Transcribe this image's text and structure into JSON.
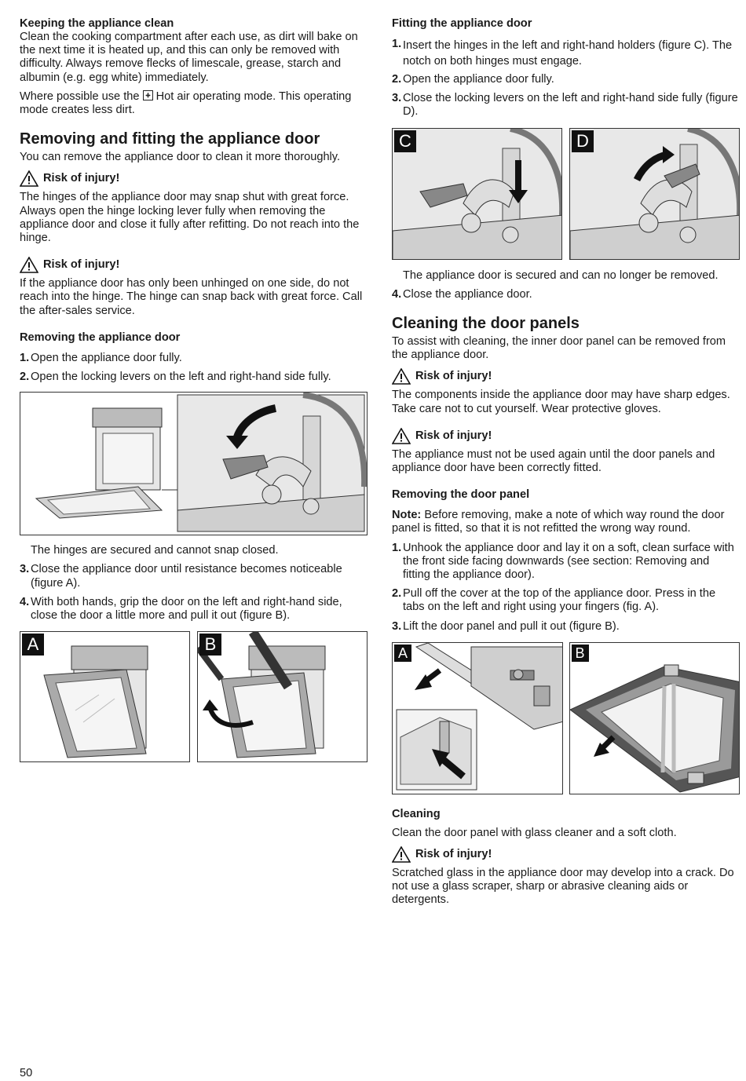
{
  "left": {
    "clean_title": "Keeping the appliance clean",
    "clean_p1": "Clean the cooking compartment after each use, as dirt will bake on the next time it is heated up, and this can only be removed with difficulty. Always remove flecks of limescale, grease, starch and albumin (e.g. egg white) immediately.",
    "clean_p2_a": "Where possible use the",
    "clean_p2_b": "Hot air operating mode. This operating mode creates less dirt.",
    "section_title": "Removing and fitting the appliance door",
    "section_intro": "You can remove the appliance door to clean it more thoroughly.",
    "warn1_title": "Risk of injury!",
    "warn1_text": "The hinges of the appliance door may snap shut with great force. Always open the hinge locking lever fully when removing the appliance door and close it fully after refitting. Do not reach into the hinge.",
    "warn2_title": "Risk of injury!",
    "warn2_text": "If the appliance door has only been unhinged on one side, do not reach into the hinge. The hinge can snap back with great force. Call the after-sales service.",
    "removing_title": "Removing the appliance door",
    "steps": [
      {
        "num": "1.",
        "text": "Open the appliance door fully."
      },
      {
        "num": "2.",
        "text": "Open the locking levers on the left and right-hand side fully."
      }
    ],
    "hinges_secured": "The hinges are secured and cannot snap closed.",
    "steps2": [
      {
        "num": "3.",
        "text": "Close the appliance door until resistance becomes noticeable (figure A)."
      },
      {
        "num": "4.",
        "text": "With both hands, grip the door on the left and right-hand side, close the door a little more and pull it out (figure B)."
      }
    ],
    "fig_a": "A",
    "fig_b": "B"
  },
  "right": {
    "fitting_title": "Fitting the appliance door",
    "steps": [
      {
        "num": "1.",
        "text": "Insert the hinges in the left and right-hand holders (figure C). The notch on both hinges must engage."
      },
      {
        "num": "2.",
        "text": "Open the appliance door fully."
      },
      {
        "num": "3.",
        "text": "Close the locking levers on the left and right-hand side fully (figure D)."
      }
    ],
    "fig_c": "C",
    "fig_d": "D",
    "door_secured": "The appliance door is secured and can no longer be removed.",
    "step4": {
      "num": "4.",
      "text": "Close the appliance door."
    },
    "panels_title": "Cleaning the door panels",
    "panels_intro": "To assist with cleaning, the inner door panel can be removed from the appliance door.",
    "warn1_title": "Risk of injury!",
    "warn1_text": "The components inside the appliance door may have sharp edges. Take care not to cut yourself. Wear protective gloves.",
    "warn2_title": "Risk of injury!",
    "warn2_text": "The appliance must not be used again until the door panels and appliance door have been correctly fitted.",
    "removing_panel_title": "Removing the door panel",
    "note_label": "Note:",
    "note_text": "Before removing, make a note of which way round the door panel is fitted, so that it is not refitted the wrong way round.",
    "panel_steps": [
      {
        "num": "1.",
        "text": "Unhook the appliance door and lay it on a soft, clean surface with the front side facing downwards (see section: Removing and fitting the appliance door)."
      },
      {
        "num": "2.",
        "text": "Pull off the cover at the top of the appliance door. Press in the tabs on the left and right using your fingers (fig. A)."
      },
      {
        "num": "3.",
        "text": "Lift the door panel and pull it out (figure B)."
      }
    ],
    "fig_a": "A",
    "fig_b": "B",
    "cleaning_title": "Cleaning",
    "cleaning_text": "Clean the door panel with glass cleaner and a soft cloth.",
    "warn3_title": "Risk of injury!",
    "warn3_text": "Scratched glass in the appliance door may develop into a crack. Do not use a glass scraper, sharp or abrasive cleaning aids or detergents."
  },
  "page_number": "50",
  "icons": {
    "warning": "warning-triangle-icon",
    "hot_air": "hot-air-fan-icon"
  }
}
